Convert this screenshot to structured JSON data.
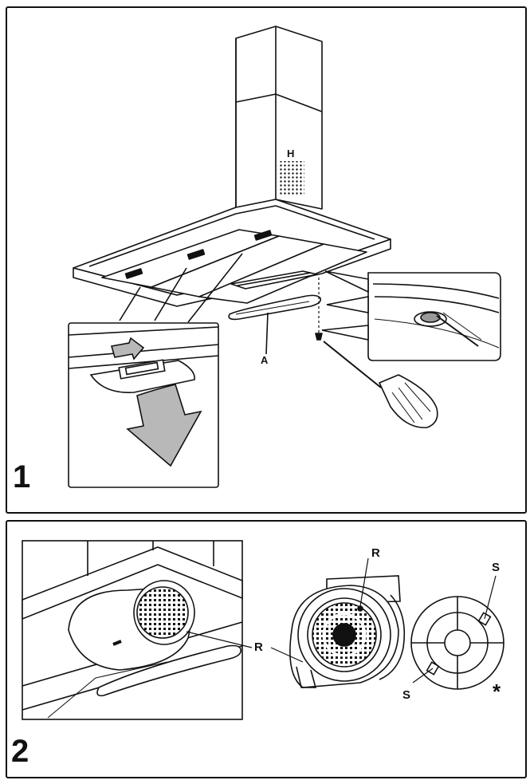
{
  "figure": {
    "steps": [
      "1",
      "2"
    ],
    "labels": {
      "hood_chimney": "H",
      "grease_filter": "A",
      "motor_screw_top": "R",
      "motor_screw_side": "R",
      "carbon_filter_slot_top": "S",
      "carbon_filter_slot_bottom": "S",
      "asterisk": "*"
    }
  },
  "colors": {
    "line": "#111111",
    "arrow_fill": "#b8b8b8",
    "dark_fill": "#222222"
  }
}
